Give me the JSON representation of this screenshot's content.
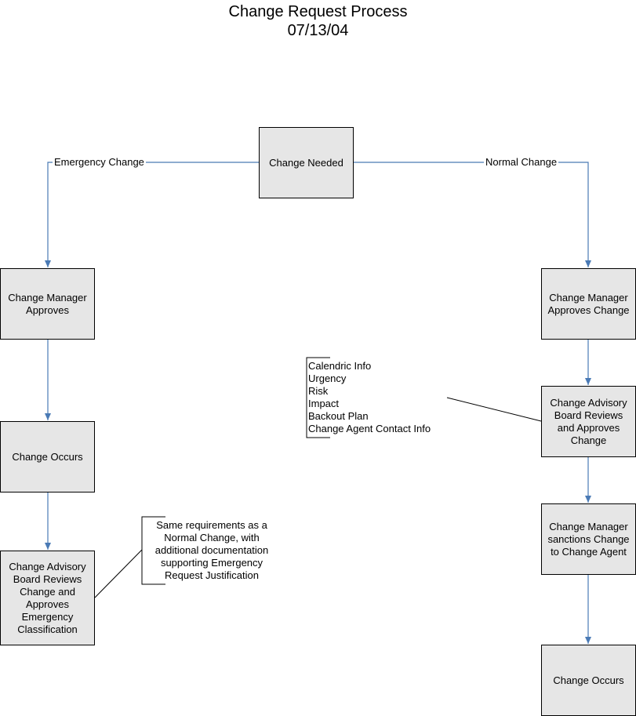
{
  "title": "Change Request Process",
  "date": "07/13/04",
  "colors": {
    "connector": "#4a7ab5",
    "box_fill": "#e6e6e6",
    "border": "#000000"
  },
  "nodes": {
    "start": "Change Needed",
    "emergency_approve": "Change Manager Approves",
    "emergency_occurs": "Change Occurs",
    "emergency_cab": "Change Advisory Board Reviews Change and Approves Emergency Classification",
    "normal_approve": "Change Manager Approves Change",
    "normal_cab": "Change Advisory Board Reviews and Approves Change",
    "normal_sanction": "Change Manager sanctions Change to Change Agent",
    "normal_occurs": "Change Occurs"
  },
  "edges": {
    "emergency_label": "Emergency Change",
    "normal_label": "Normal  Change"
  },
  "annotations": {
    "normal_requirements": [
      "Calendric Info",
      "Urgency",
      "Risk",
      "Impact",
      "Backout Plan",
      "Change Agent Contact Info"
    ],
    "emergency_requirements": "Same requirements as a Normal Change, with additional documentation supporting Emergency Request Justification"
  }
}
